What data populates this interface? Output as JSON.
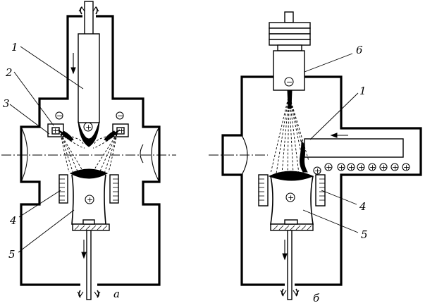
{
  "diagram": {
    "panel_a": {
      "caption": "a",
      "labels": {
        "l1": "1",
        "l2": "2",
        "l3": "3",
        "l4": "4",
        "l5": "5"
      },
      "charges": {
        "anode_top": "+",
        "anode_bottom": "+",
        "cathode_left_neg": "−",
        "cathode_right_neg": "−",
        "cathode_left_pos": "+",
        "cathode_right_pos": "+"
      }
    },
    "panel_b": {
      "caption": "б",
      "labels": {
        "l1": "1",
        "l4": "4",
        "l5": "5",
        "l6": "6"
      },
      "charges": {
        "gun": "−",
        "ingot": "+",
        "feed_row": [
          "+",
          "+",
          "+",
          "+",
          "+",
          "+",
          "+",
          "+",
          "+"
        ]
      }
    }
  }
}
